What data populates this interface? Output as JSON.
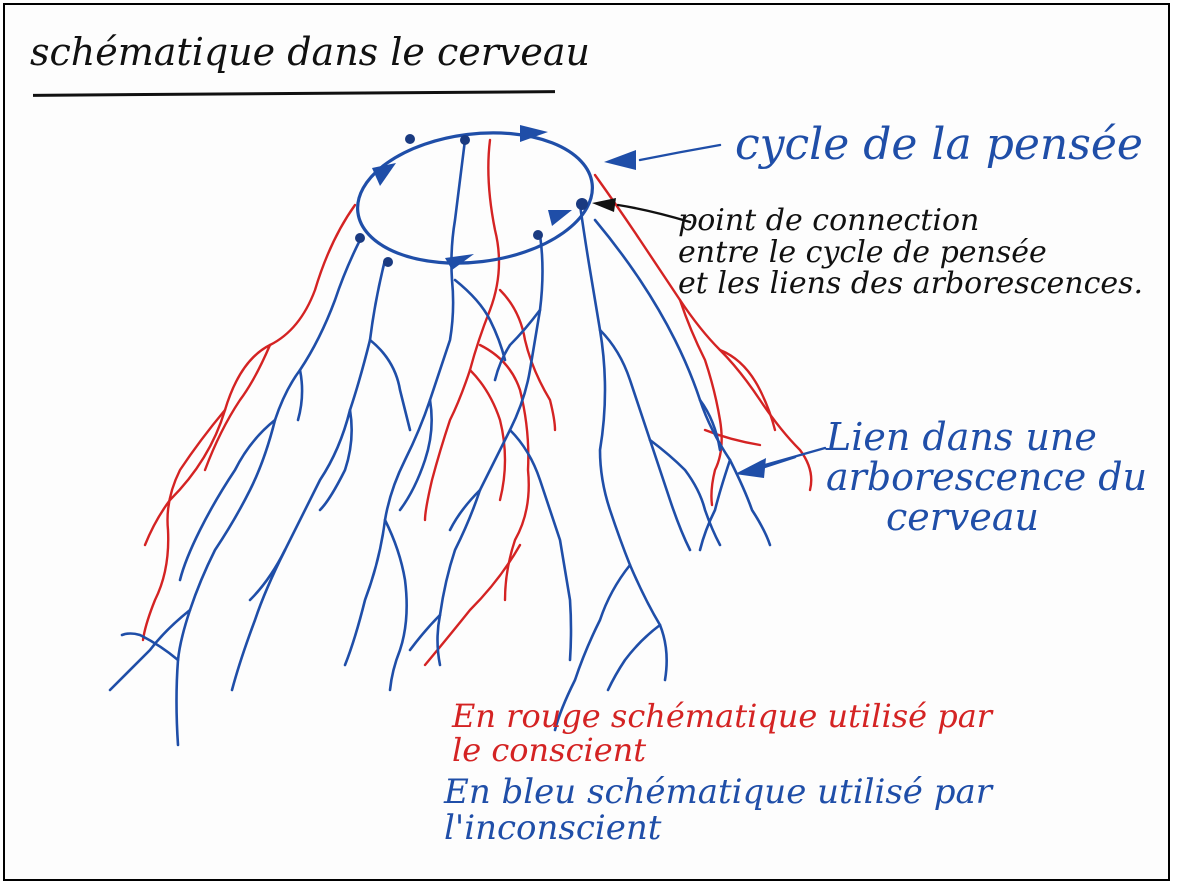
{
  "title": "schématique dans le cerveau",
  "labels": {
    "cycle": "cycle de la pensée",
    "point": [
      "point de connection",
      "entre le cycle de pensée",
      "et les liens des arborescences."
    ],
    "lien": [
      "Lien dans une",
      "arborescence du",
      "cerveau"
    ],
    "red_legend": [
      "En rouge schématique utilisé par",
      "le conscient"
    ],
    "blue_legend": [
      "En bleu schématique utilisé par",
      "l'inconscient"
    ]
  },
  "colors": {
    "blue_ink": "#1f4ea8",
    "red_ink": "#d42323",
    "black_ink": "#111111"
  }
}
